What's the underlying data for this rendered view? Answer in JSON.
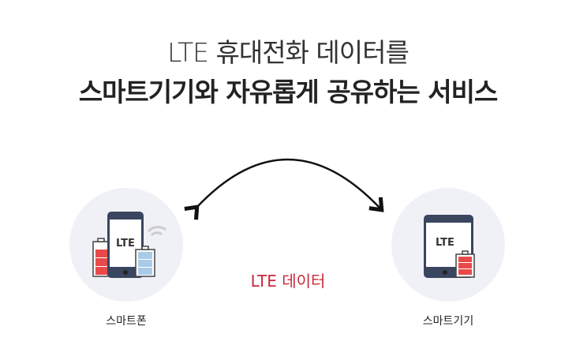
{
  "title": {
    "line1": "LTE 휴대전화 데이터를",
    "line2": "스마트기기와 자유롭게 공유하는 서비스"
  },
  "devices": [
    {
      "label": "스마트폰",
      "screen": "LTE"
    },
    {
      "label": "스마트기기",
      "screen": "LTE"
    }
  ],
  "center_label": "LTE 데이터",
  "colors": {
    "accent": "#c8283a",
    "circle": "#f0f1f7",
    "device": "#3a4560",
    "battery_red": "#e84a4a",
    "battery_blue": "#a9cbe8"
  }
}
